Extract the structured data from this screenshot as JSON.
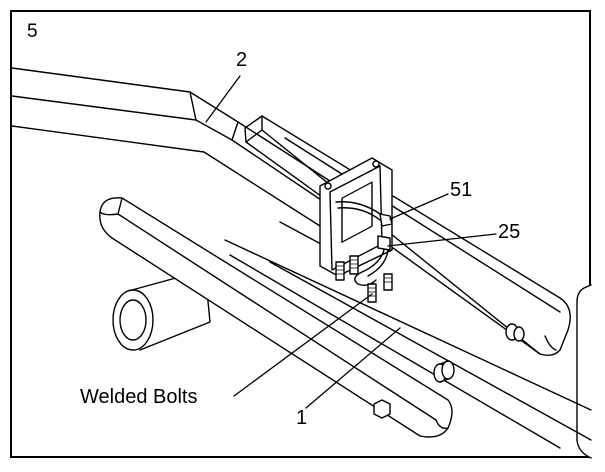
{
  "figure": {
    "step_number": "5",
    "callouts": {
      "part_2": "2",
      "part_51": "51",
      "part_25": "25",
      "welded_bolts": "Welded Bolts",
      "part_1": "1"
    }
  }
}
